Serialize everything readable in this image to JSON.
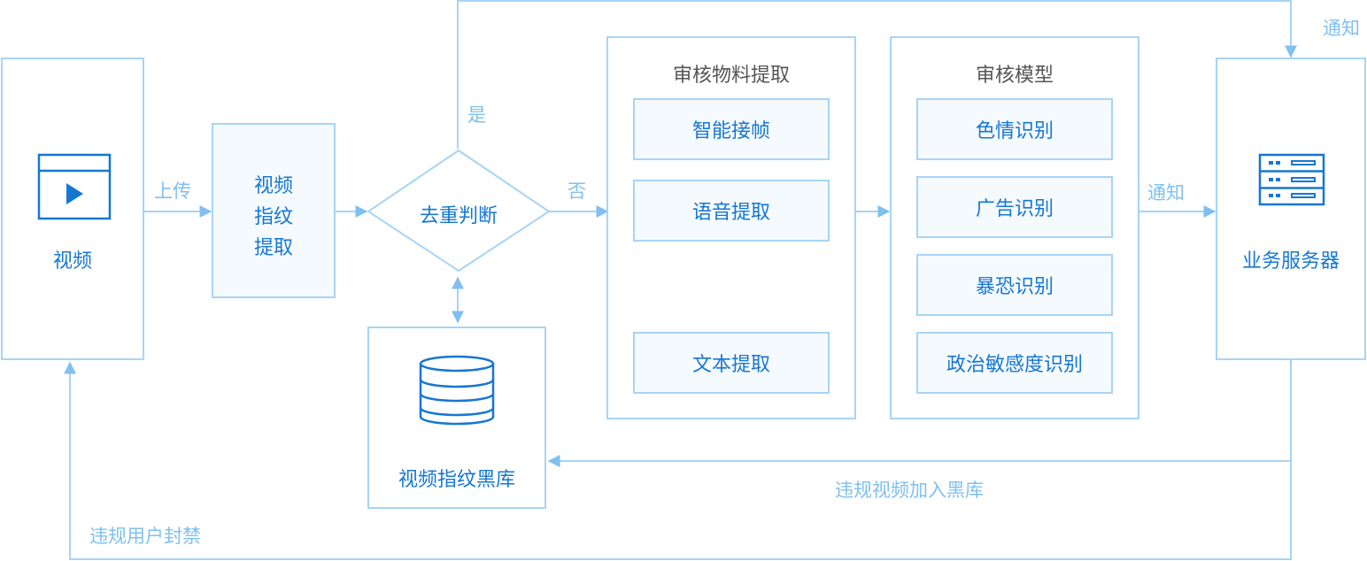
{
  "nodes": {
    "video": "视频",
    "fingerprint": [
      "视频",
      "指纹",
      "提取"
    ],
    "dedup": "去重判断",
    "blacklist": "视频指纹黑库",
    "extraction": {
      "title": "审核物料提取",
      "items": [
        "智能接帧",
        "语音提取",
        "文本提取"
      ]
    },
    "model": {
      "title": "审核模型",
      "items": [
        "色情识别",
        "广告识别",
        "暴恐识别",
        "政治敏感度识别"
      ]
    },
    "server": "业务服务器"
  },
  "edges": {
    "upload": "上传",
    "yes": "是",
    "no": "否",
    "notify_top": "通知",
    "notify_mid": "通知",
    "add_blacklist": "违规视频加入黑库",
    "ban_user": "违规用户封禁"
  },
  "colors": {
    "line": "#a8d4f5",
    "arrow": "#7fc0ef",
    "text": "#1677d2",
    "edge_label": "#7fc0ef",
    "icon": "#1677d2"
  },
  "icons": {
    "video": "play-window-icon",
    "blacklist": "database-icon",
    "server": "server-rack-icon"
  }
}
